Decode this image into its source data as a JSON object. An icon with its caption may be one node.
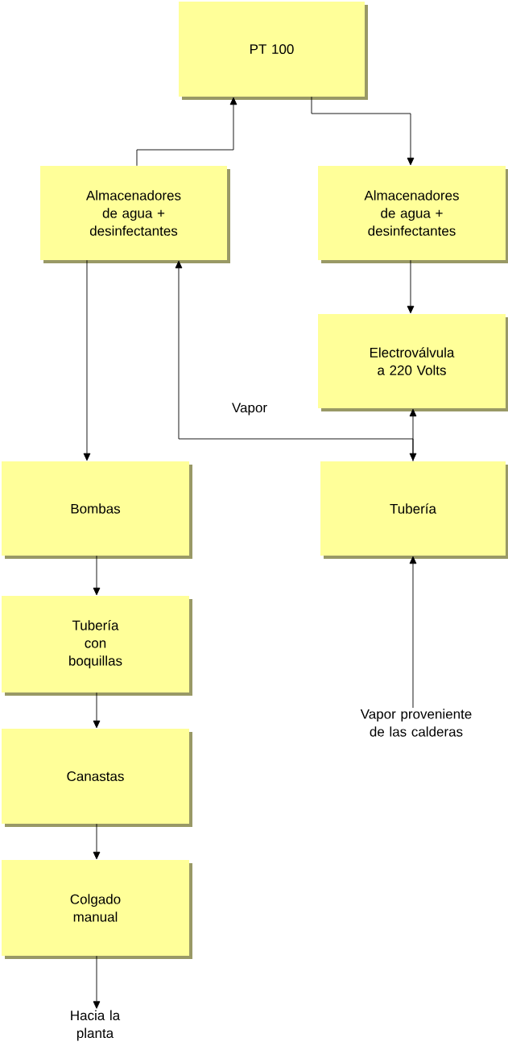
{
  "diagram": {
    "nodes": [
      {
        "text": [
          "PT 100"
        ]
      },
      {
        "text": [
          "Almacenadores de agua + desinfectantes"
        ]
      },
      {
        "text": [
          "Almacenadores de agua + desinfectantes"
        ]
      },
      {
        "text": [
          "Electroválvula a 220 Volts"
        ]
      },
      {
        "text": [
          "Bombas"
        ]
      },
      {
        "text": [
          "Tubería"
        ]
      },
      {
        "text": [
          "Tubería con boquillas"
        ]
      },
      {
        "text": [
          "Canastas"
        ]
      },
      {
        "text": [
          "Colgado manual"
        ]
      },
      {
        "text": [
          "Vapor proveniente de las calderas"
        ]
      },
      {
        "text": [
          "Hacia la planta"
        ]
      }
    ],
    "edges": [
      {
        "from": 1,
        "to": 0,
        "arrow": "to"
      },
      {
        "from": 0,
        "to": 2,
        "arrow": "to"
      },
      {
        "from": 2,
        "to": 3,
        "arrow": "to"
      },
      {
        "from": 9,
        "to": 5,
        "arrow": "to"
      },
      {
        "from": 5,
        "to": 3,
        "arrow": "both"
      },
      {
        "from": 5,
        "to": 1,
        "arrow": "to",
        "label": "Vapor"
      },
      {
        "from": 1,
        "to": 4,
        "arrow": "to"
      },
      {
        "from": 4,
        "to": 6,
        "arrow": "to"
      },
      {
        "from": 6,
        "to": 7,
        "arrow": "to"
      },
      {
        "from": 7,
        "to": 8,
        "arrow": "to"
      },
      {
        "from": 8,
        "to": 10,
        "arrow": "to"
      }
    ]
  }
}
